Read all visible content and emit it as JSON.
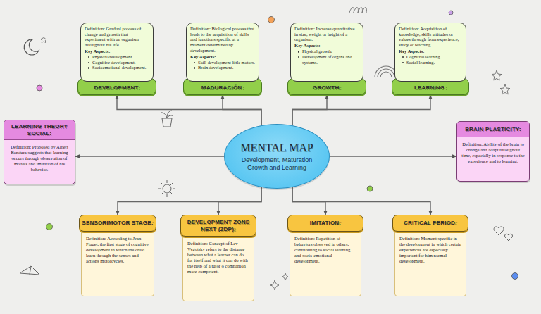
{
  "diagram": {
    "nodes": [
      {
        "text": [
          "DEVELOPMENT:",
          "Definition: Gradual process of change and growth that experiment with an organism throughout his life.",
          "Key Aspects:",
          "Physical development.",
          "Cognitive development.",
          "Socioemotional development."
        ]
      },
      {
        "text": [
          "MADURACIÓN:",
          "Definition: Biological process that leads to the acquisition of skills and functions specific at a moment determined by development.",
          "Key Aspects:",
          "Skill development little motors.",
          "Brain development."
        ]
      },
      {
        "text": [
          "GROWTH:",
          "Definition: Increase quantitative in size, weight or height of a organism.",
          "Key Aspects:",
          "Physical growth.",
          "Development of organs and systems."
        ]
      },
      {
        "text": [
          "LEARNING:",
          "Definition: Acquisition of knowledge, skills attitudes or values through from experience, study or teaching.",
          "Key Aspects:",
          "Cognitive learning.",
          "Social learning."
        ]
      },
      {
        "text": [
          "LEARNING THEORY SOCIAL:",
          "Definition: Proposed by Albert Bandura suggests that learning occurs through observation of models and imitation of his behavior."
        ]
      },
      {
        "text": [
          "MENTAL MAP",
          "Development, Maturation Growth and Learning"
        ]
      },
      {
        "text": [
          "BRAIN PLASTICITY:",
          "Definition: Ability of the brain to change and adapt throughout time, especially in response to the experience and to learning."
        ]
      },
      {
        "text": [
          "SENSORIMOTOR STAGE:",
          "Definition: According to Jean Piaget, the first stage of cognitive development in which the child learn through the senses and actions motorcycles."
        ]
      },
      {
        "text": [
          "DEVELOPMENT ZONE NEXT (ZDP):",
          "Definition: Concept of Lev Vygotsky refers to the distance between what a learner can do for itself and what it can do with the help of a tutor o companion more competent."
        ]
      },
      {
        "text": [
          "IMITATION:",
          "Definition: Repetition of behaviors observed in others, contributing to social learning and socio-emotional development."
        ]
      },
      {
        "text": [
          "CRITICAL PERIOD:",
          "Definition: Moment specific in the development in which certain experiences are especially important for him normal development."
        ]
      }
    ],
    "edges": [
      {
        "from": 5,
        "to": 0,
        "arrow": "to"
      },
      {
        "from": 5,
        "to": 1,
        "arrow": "to"
      },
      {
        "from": 5,
        "to": 2,
        "arrow": "to"
      },
      {
        "from": 5,
        "to": 3,
        "arrow": "to"
      },
      {
        "from": 5,
        "to": 4,
        "arrow": "to"
      },
      {
        "from": 5,
        "to": 6,
        "arrow": "to"
      },
      {
        "from": 5,
        "to": 7,
        "arrow": "to"
      },
      {
        "from": 5,
        "to": 8,
        "arrow": "to"
      },
      {
        "from": 5,
        "to": 9,
        "arrow": "to"
      },
      {
        "from": 5,
        "to": 10,
        "arrow": "to"
      }
    ]
  }
}
